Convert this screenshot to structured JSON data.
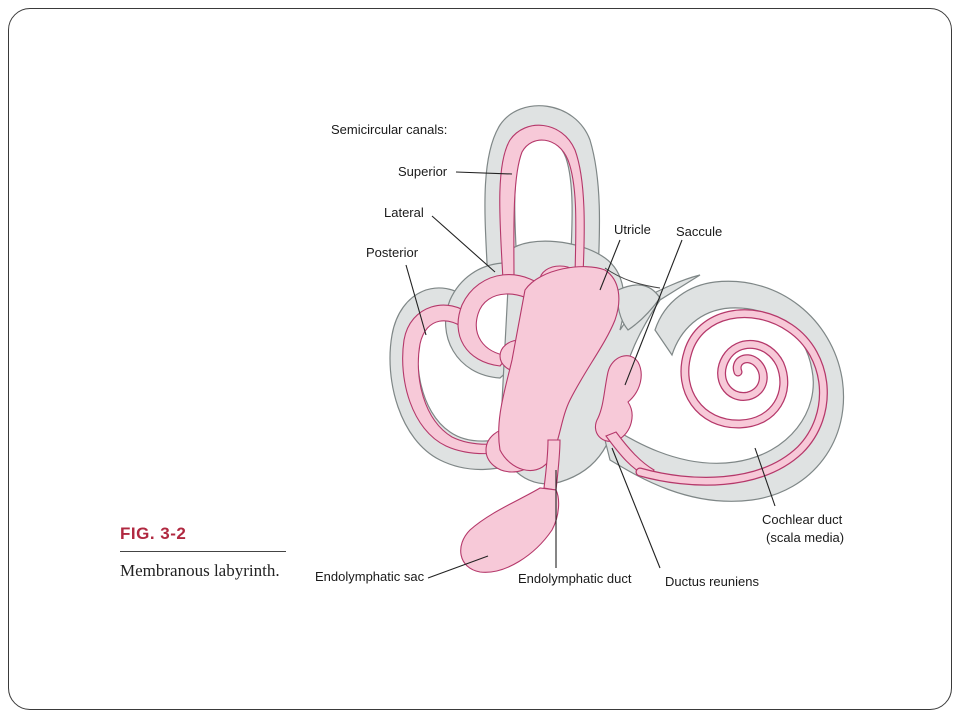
{
  "figure": {
    "number": "FIG. 3-2",
    "title": "Membranous labyrinth."
  },
  "labels": {
    "semicircular_canals": "Semicircular canals:",
    "superior": "Superior",
    "lateral": "Lateral",
    "posterior": "Posterior",
    "utricle": "Utricle",
    "saccule": "Saccule",
    "cochlear_duct_line1": "Cochlear duct",
    "cochlear_duct_line2": "(scala media)",
    "endolymphatic_sac": "Endolymphatic sac",
    "endolymphatic_duct": "Endolymphatic duct",
    "ductus_reuniens": "Ductus reuniens"
  },
  "colors": {
    "membrane_pink": "#f7c9d8",
    "membrane_edge": "#b5386a",
    "bony_gray": "#dfe2e2",
    "bony_edge": "#7f8787",
    "frame": "#3a3a3a",
    "caption_red": "#b02840"
  }
}
